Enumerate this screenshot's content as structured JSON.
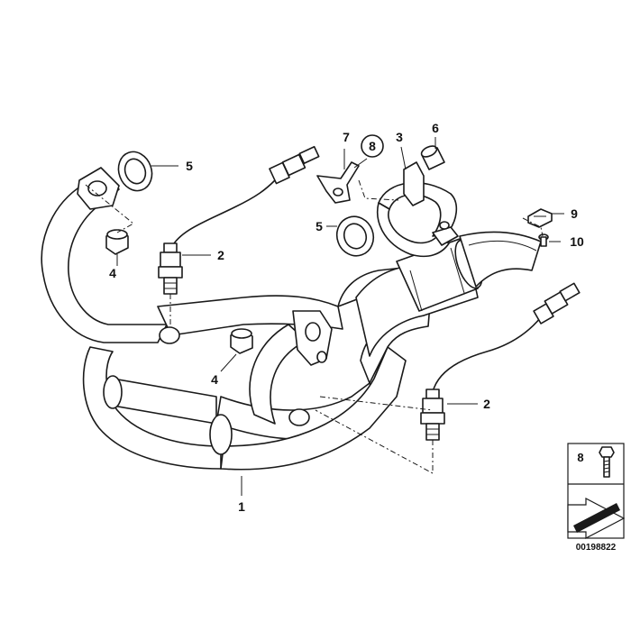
{
  "diagram": {
    "callouts": {
      "exhaust_manifold": "1",
      "oxygen_sensor_upper": "2",
      "oxygen_sensor_lower": "2",
      "clamp": "3",
      "nut_left": "4",
      "nut_center": "4",
      "gasket_upper": "5",
      "gasket_center": "5",
      "sleeve": "6",
      "bracket": "7",
      "circled_ref": "8",
      "clip": "9",
      "screw": "10"
    },
    "legend_box": {
      "number": "8"
    },
    "drawing_code": "00198822"
  }
}
